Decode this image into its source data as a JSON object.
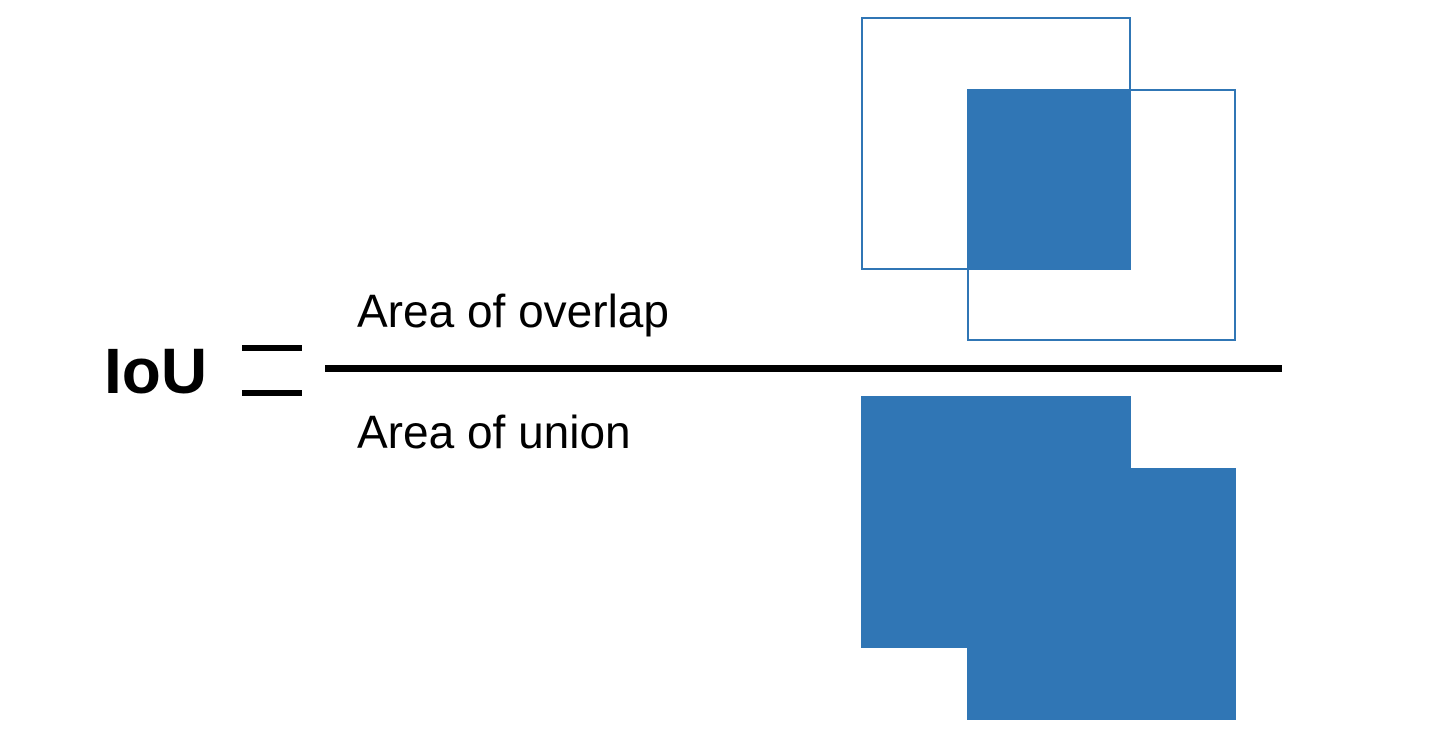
{
  "formula": {
    "lhs": "IoU",
    "numerator": "Area of overlap",
    "denominator": "Area of union"
  },
  "colors": {
    "accent": "#3076b5",
    "text": "#000000",
    "background": "#ffffff"
  }
}
